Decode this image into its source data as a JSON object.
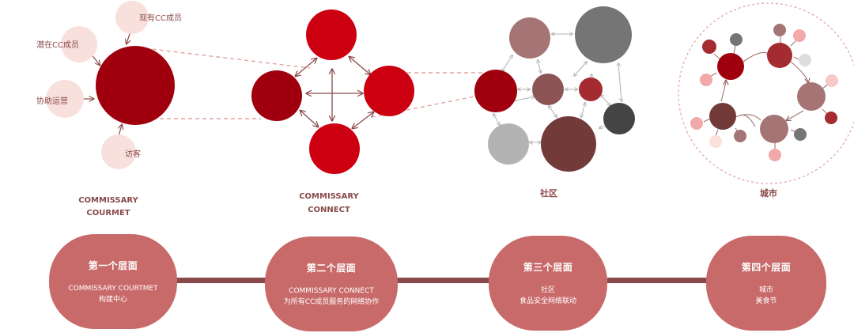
{
  "colors": {
    "dark_red": "#a0000e",
    "red": "#cc0011",
    "mauve": "#a57575",
    "brown": "#8c5454",
    "dark_brown": "#733a3a",
    "gray": "#757575",
    "light_gray": "#b3b3b3",
    "charcoal": "#444444",
    "pink": "#f8e1dd",
    "light_pink": "#f2a9a9",
    "card": "#c96a6a",
    "connector": "#8a4a4a"
  },
  "stage1": {
    "node_labels": [
      "现有CC成员",
      "潜在CC成员",
      "协助运营",
      "访客"
    ],
    "title_line1": "COMMISSARY",
    "title_line2": "COURMET"
  },
  "stage2": {
    "title_line1": "COMMISSARY",
    "title_line2": "CONNECT"
  },
  "stage3": {
    "title": "社区"
  },
  "stage4": {
    "title": "城市"
  },
  "cards": [
    {
      "title": "第一个层面",
      "line1": "COMMISSARY  COURTMET",
      "line2": "构建中心"
    },
    {
      "title": "第二个层面",
      "line1": "COMMISSARY CONNECT",
      "line2": "为所有CC成员服务的网络协作"
    },
    {
      "title": "第三个层面",
      "line1": "社区",
      "line2": "食品安全网络联动"
    },
    {
      "title": "第四个层面",
      "line1": "城市",
      "line2": "美食节"
    }
  ]
}
